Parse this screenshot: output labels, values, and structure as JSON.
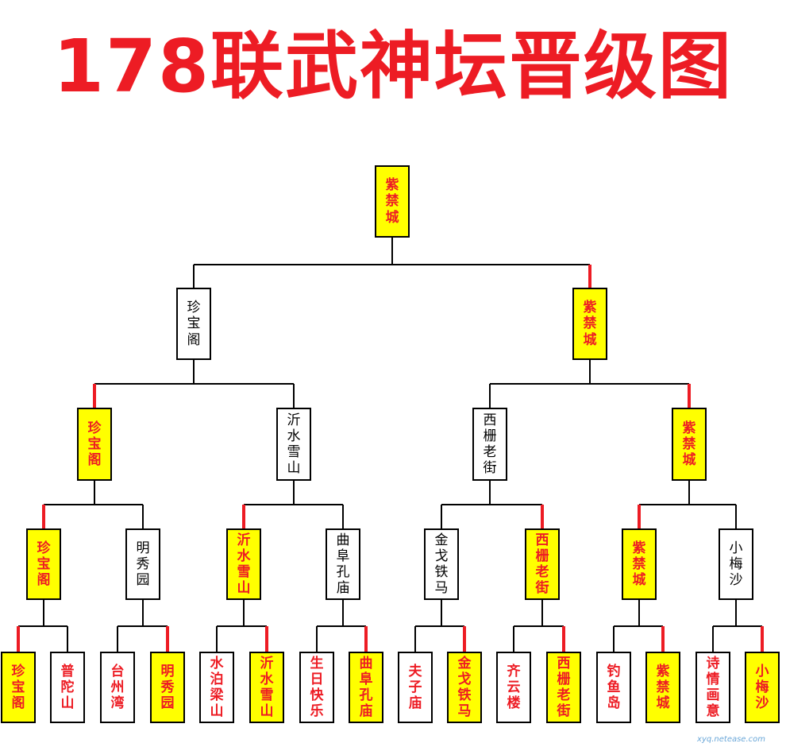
{
  "title": "178联武神坛晋级图",
  "colors": {
    "title": "#ed1c24",
    "winner_fill": "#ffff00",
    "winner_text": "#ed1c24",
    "line": "#000000",
    "win_path": "#ed1c24"
  },
  "watermark": "xyq.netease.com",
  "bracket": {
    "champion": "紫禁城",
    "round_final": [
      "珍宝阁",
      "紫禁城"
    ],
    "round_semi": [
      "珍宝阁",
      "沂水雪山",
      "西栅老街",
      "紫禁城"
    ],
    "round_quarter": [
      "珍宝阁",
      "明秀园",
      "沂水雪山",
      "曲阜孔庙",
      "金戈铁马",
      "西栅老街",
      "紫禁城",
      "小梅沙"
    ],
    "round_first": [
      "珍宝阁",
      "普陀山",
      "台州湾",
      "明秀园",
      "水泊梁山",
      "沂水雪山",
      "生日快乐",
      "曲阜孔庙",
      "夫子庙",
      "金戈铁马",
      "齐云楼",
      "西栅老街",
      "钓鱼岛",
      "紫禁城",
      "诗情画意",
      "小梅沙"
    ],
    "winners": {
      "round_final": [
        1
      ],
      "round_semi": [
        0,
        3
      ],
      "round_quarter": [
        0,
        2,
        5,
        6
      ],
      "round_first": [
        0,
        3,
        5,
        7,
        9,
        11,
        13,
        15
      ]
    }
  }
}
